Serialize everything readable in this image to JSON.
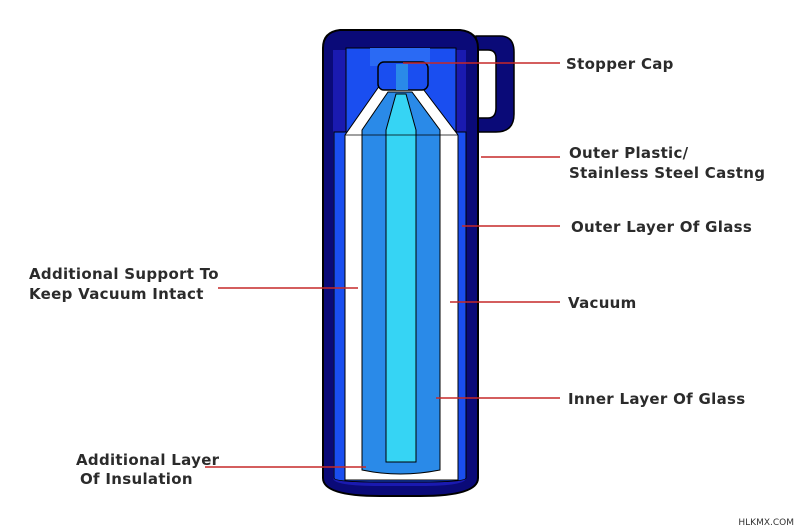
{
  "labels": {
    "stopper_cap": "Stopper Cap",
    "outer_casing_line1": "Outer Plastic/",
    "outer_casing_line2": "Stainless Steel Castng",
    "outer_glass": "Outer Layer Of Glass",
    "support_line1": "Additional Support To",
    "support_line2": "Keep Vacuum Intact",
    "vacuum": "Vacuum",
    "inner_glass": "Inner Layer Of Glass",
    "insulation_line1": "Additional Layer",
    "insulation_line2": "Of Insulation"
  },
  "watermark": "HLKMX.COM",
  "colors": {
    "outer_casing": "#0a0a78",
    "casing_band": "#1a1ab0",
    "outer_glass": "#1a4ef0",
    "white_wall": "#ffffff",
    "vacuum_wall": "#2a8ae8",
    "inner_core": "#36d4f4",
    "leader_line": "#c62828",
    "outline": "#000000"
  }
}
